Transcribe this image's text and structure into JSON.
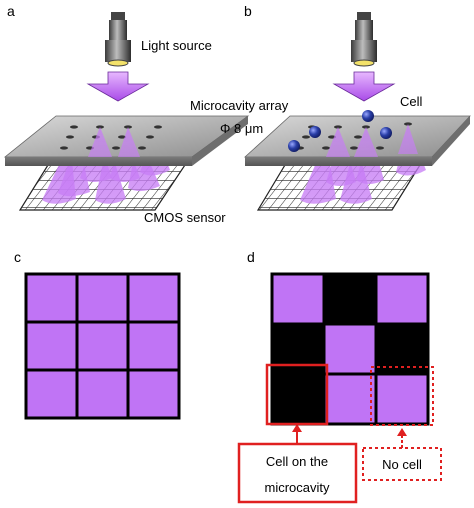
{
  "panels": {
    "a": {
      "letter": "a",
      "light_source_label": "Light source",
      "microcavity_label": "Microcavity array",
      "diameter_label": "Φ 8 μm",
      "sensor_label": "CMOS sensor"
    },
    "b": {
      "letter": "b",
      "cell_label": "Cell"
    },
    "c": {
      "letter": "c",
      "grid": [
        [
          "lit",
          "lit",
          "lit"
        ],
        [
          "lit",
          "lit",
          "lit"
        ],
        [
          "lit",
          "lit",
          "lit"
        ]
      ]
    },
    "d": {
      "letter": "d",
      "grid": [
        [
          "lit",
          "dark",
          "lit"
        ],
        [
          "dark",
          "lit",
          "dark"
        ],
        [
          "dark",
          "lit",
          "lit"
        ]
      ],
      "callout_cell": "Cell on the microcavity",
      "callout_cell_line1": "Cell on the",
      "callout_cell_line2": "microcavity",
      "callout_nocell": "No cell"
    }
  },
  "colors": {
    "light": "#c074f5",
    "light_beam": "#c77df5",
    "dark_pixel": "#000000",
    "callout_red": "#e02020",
    "cell_blue": "#2a3fa8",
    "plate_gray": "#9a9a9a"
  }
}
